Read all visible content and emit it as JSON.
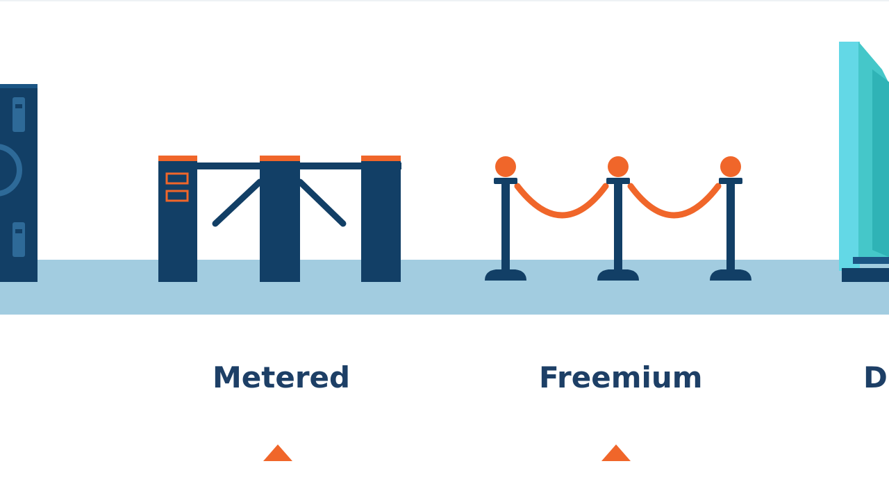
{
  "labels": {
    "metered": "Metered",
    "freemium": "Freemium",
    "third_partial": "D"
  },
  "colors": {
    "navy": "#123f66",
    "orange": "#f0662a",
    "floor": "#a2cce0",
    "teal": "#45c7c9",
    "cyan": "#63d8e6",
    "text": "#1d3f66"
  },
  "icons": {
    "hard_paywall": "vault-door-icon",
    "metered": "turnstile-icon",
    "freemium": "velvet-rope-stanchions-icon",
    "dynamic": "open-door-icon",
    "marker": "triangle-up-icon"
  }
}
